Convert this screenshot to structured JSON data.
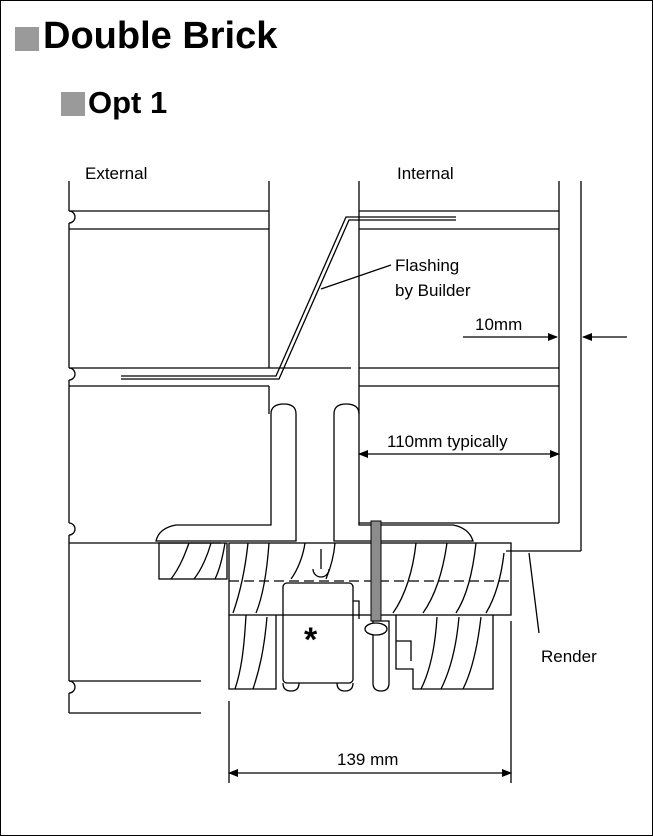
{
  "heading": {
    "title": "Double Brick",
    "subtitle": "Opt 1"
  },
  "diagram": {
    "labels": {
      "external": "External",
      "internal": "Internal",
      "flashing_line1": "Flashing",
      "flashing_line2": "by Builder",
      "gap": "10mm",
      "wall_width": "110mm typically",
      "render": "Render",
      "frame_width": "139 mm",
      "asterisk": "*"
    },
    "colors": {
      "line": "#000000",
      "screw": "#8c8c8c",
      "bullet": "#9a9a9a"
    }
  }
}
